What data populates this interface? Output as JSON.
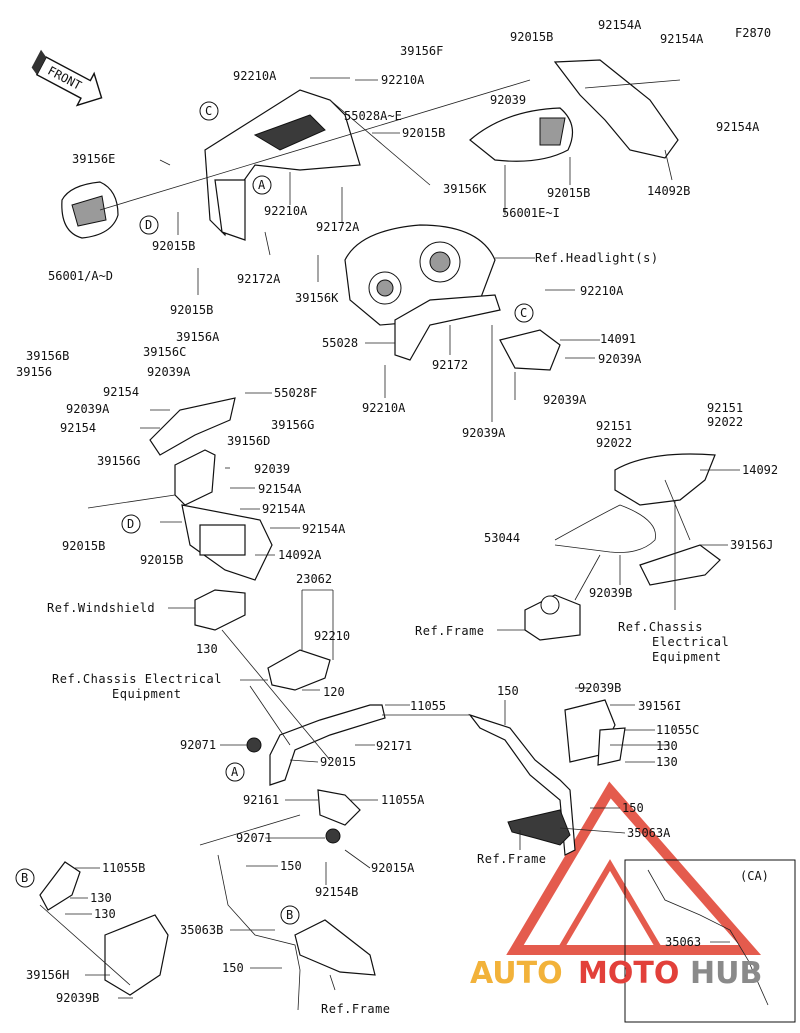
{
  "diagram_code": "F2870",
  "front_label": "FRONT",
  "callouts": [
    "A",
    "B",
    "C",
    "D"
  ],
  "variant_box_label": "(CA)",
  "watermark": {
    "part1": "AUTO",
    "part2": "MOTO",
    "part3": "HUB"
  },
  "labels": [
    "39156F",
    "92210A",
    "92210A",
    "92015B",
    "92154A",
    "92154A",
    "92039",
    "55028A~E",
    "92015B",
    "92154A",
    "39156E",
    "39156K",
    "14092B",
    "56001E~I",
    "92015B",
    "92210A",
    "92172A",
    "56001/A~D",
    "92015B",
    "92172A",
    "39156K",
    "92015B",
    "92210A",
    "55028",
    "92172",
    "92039A",
    "92210A",
    "92039A",
    "14091",
    "92039A",
    "39156A",
    "39156B",
    "39156C",
    "39156",
    "92039A",
    "92154",
    "55028F",
    "92039A",
    "39156G",
    "92154",
    "39156D",
    "39156G",
    "92039",
    "92154A",
    "92154A",
    "92015B",
    "92015B",
    "92154A",
    "14092A",
    "92151",
    "92151",
    "92022",
    "92022",
    "14092",
    "53044",
    "39156J",
    "92039B",
    "23062",
    "92210",
    "130",
    "120",
    "11055",
    "150",
    "92039B",
    "39156I",
    "11055C",
    "130",
    "130",
    "92071",
    "92171",
    "92015",
    "92161",
    "11055A",
    "92071",
    "92015A",
    "150",
    "92154B",
    "11055B",
    "130",
    "130",
    "35063A",
    "150",
    "35063B",
    "150",
    "39156H",
    "92039B",
    "35063"
  ],
  "references": [
    "Ref.Headlight(s)",
    "Ref.Windshield",
    "Ref.Chassis Electrical",
    "Equipment",
    "Ref.Frame",
    "Ref.Chassis",
    "Electrical",
    "Equipment",
    "Ref.Frame",
    "Ref.Frame"
  ]
}
